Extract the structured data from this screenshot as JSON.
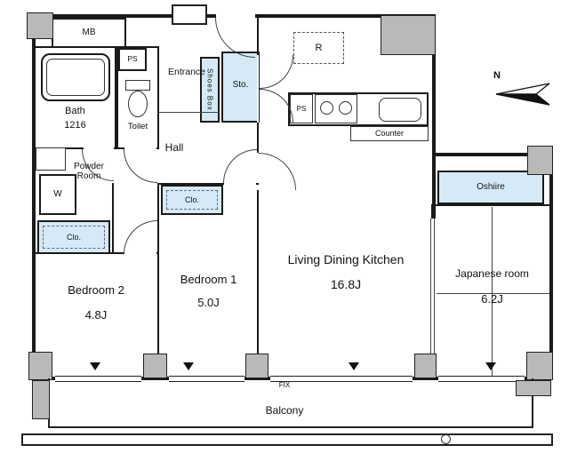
{
  "plan": {
    "compass": {
      "north_label": "N"
    },
    "entry": {
      "meter_box_label": "MB",
      "pipe_space_label": "PS",
      "entrance_label": "Entrance",
      "shoes_box_label": "Shoes Box",
      "storage_label": "Sto.",
      "hall_label": "Hall"
    },
    "sanitary": {
      "bath_name": "Bath",
      "bath_size": "1216",
      "toilet_label": "Toilet",
      "powder_room_label": "Powder\nRoom",
      "washer_label": "W",
      "closet_label": "Clo."
    },
    "kitchen": {
      "fridge_label": "R",
      "pipe_space_label": "PS",
      "counter_label": "Counter"
    },
    "rooms": {
      "bedroom2": {
        "name": "Bedroom 2",
        "size": "4.8J"
      },
      "bedroom1": {
        "name": "Bedroom 1",
        "size": "5.0J",
        "closet_label": "Clo."
      },
      "ldk": {
        "name": "Living Dining Kitchen",
        "size": "16.8J"
      },
      "japanese": {
        "name": "Japanese room",
        "size": "6.2J",
        "closet_label": "Oshiire"
      }
    },
    "balcony": {
      "name": "Balcony",
      "fixed_window_label": "FIX"
    }
  },
  "colors": {
    "wall": "#1a1a1a",
    "column_fill": "#b9b9b9",
    "storage_fill": "#d5eaf6",
    "background": "#ffffff"
  }
}
